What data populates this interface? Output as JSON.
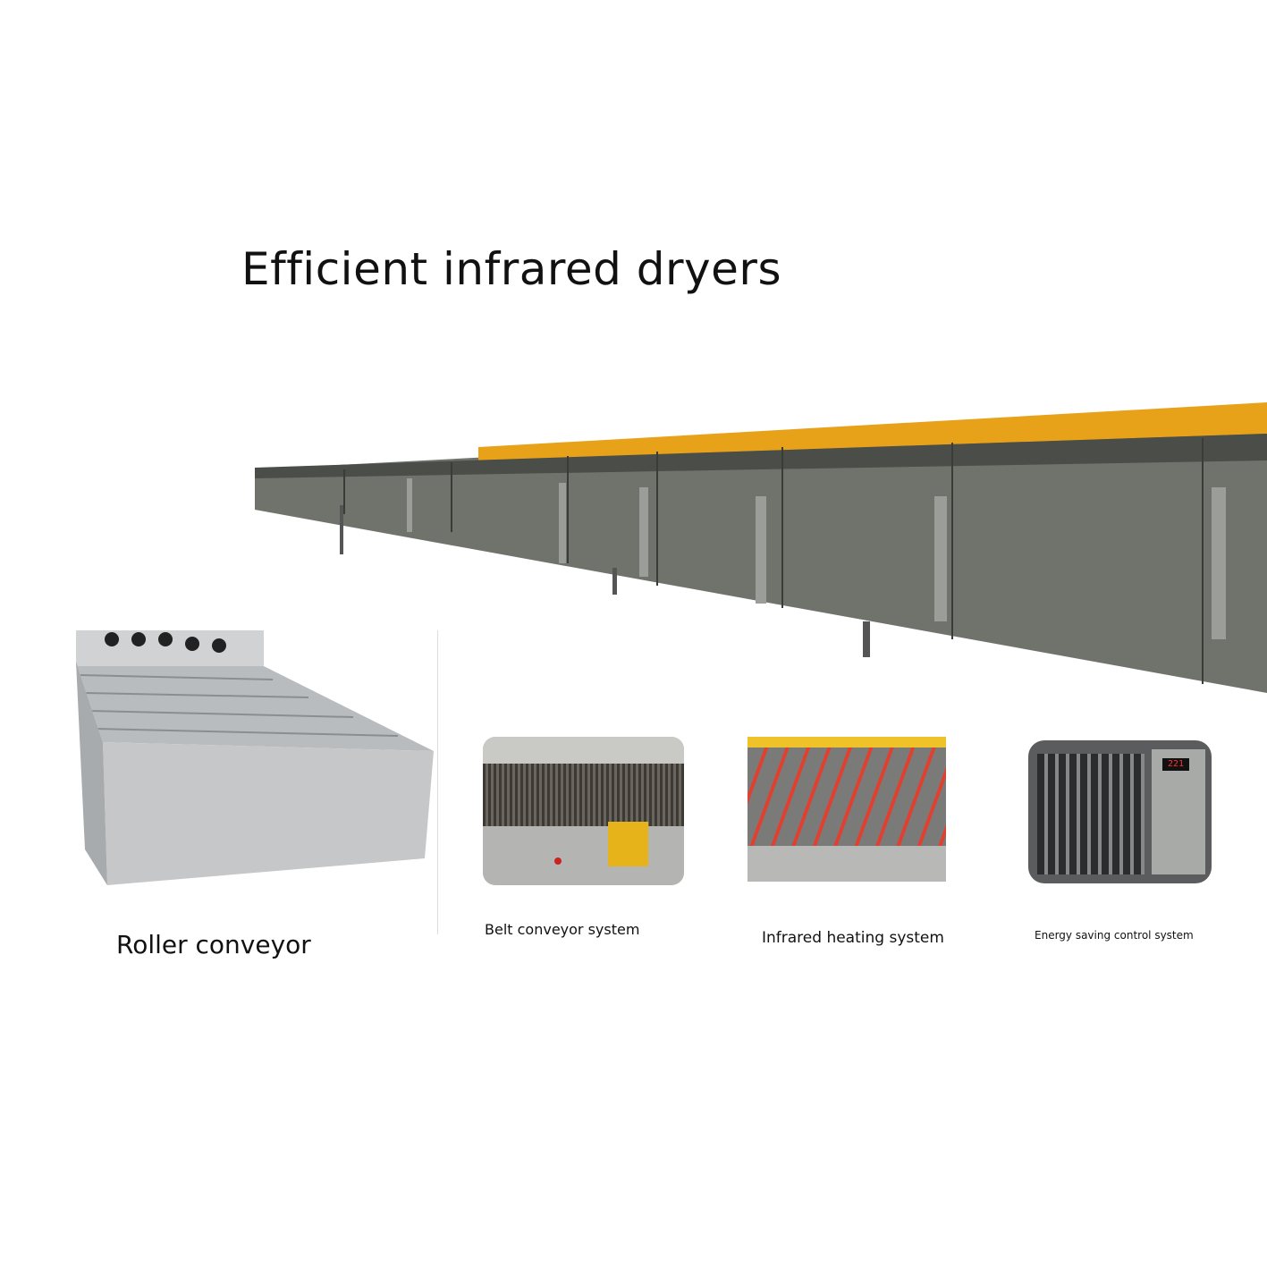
{
  "title": "Efficient infrared dryers",
  "captions": {
    "roller": "Roller conveyor",
    "belt": "Belt conveyor system",
    "infrared": "Infrared heating system",
    "control": "Energy saving control system"
  },
  "control_panel_display": "221",
  "colors": {
    "machine_gray": "#6f736c",
    "hood_yellow": "#e8a21a",
    "heater_red": "#e04030"
  }
}
